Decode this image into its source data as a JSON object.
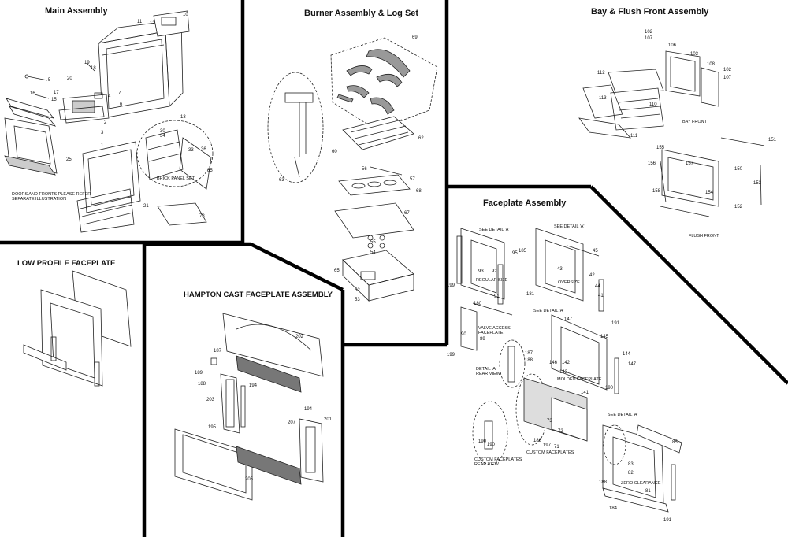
{
  "sections": {
    "main": {
      "title": "Main Assembly",
      "notes": [
        "DOORS AND FRONTS PLEASE REFER",
        "SEPARATE ILLUSTRATION",
        "BRICK PANEL SET"
      ],
      "callouts": [
        "10",
        "11",
        "12",
        "19",
        "18",
        "5",
        "20",
        "16",
        "17",
        "15",
        "4",
        "13",
        "7",
        "6",
        "2",
        "3",
        "1",
        "25",
        "30",
        "34",
        "36",
        "33",
        "35",
        "21",
        "78"
      ]
    },
    "burner": {
      "title": "Burner Assembly & Log Set",
      "callouts": [
        "69",
        "62",
        "60",
        "63",
        "56",
        "57",
        "68",
        "67",
        "55",
        "54",
        "65",
        "52",
        "53"
      ]
    },
    "bay": {
      "title": "Bay & Flush Front Assembly",
      "notes": [
        "BAY FRONT",
        "FLUSH FRONT"
      ],
      "callouts": [
        "102",
        "107",
        "106",
        "103",
        "108",
        "102",
        "107",
        "112",
        "110",
        "113",
        "111",
        "155",
        "156",
        "157",
        "154",
        "158",
        "150",
        "151",
        "153",
        "152"
      ]
    },
    "lowprofile": {
      "title": "LOW PROFILE FACEPLATE"
    },
    "hampton": {
      "title": "HAMPTON CAST FACEPLATE ASSEMBLY",
      "callouts": [
        "202",
        "187",
        "189",
        "188",
        "194",
        "203",
        "195",
        "207",
        "205",
        "194",
        "201"
      ]
    },
    "faceplate": {
      "title": "Faceplate Assembly",
      "notes": [
        "SEE DETAIL 'A'",
        "SEE DETAIL 'A'",
        "REGULAR SIZE",
        "OVERSIZE",
        "SEE DETAIL 'A'",
        "VALVE ACCESS",
        "FACEPLATE",
        "DETAIL 'A'",
        "REAR VIEW",
        "MOLDED FACEPLATE",
        "CUSTOM FACEPLATES",
        "REAR VIEW",
        "CUSTOM FACEPLATES",
        "SEE DETAIL 'A'",
        "ZERO CLEARANCE"
      ],
      "callouts": [
        "95",
        "93",
        "92",
        "91",
        "180",
        "199",
        "45",
        "43",
        "42",
        "41",
        "44",
        "181",
        "191",
        "147",
        "145",
        "146",
        "142",
        "143",
        "141",
        "190",
        "144",
        "147",
        "90",
        "89",
        "187",
        "188",
        "199",
        "186",
        "185",
        "72",
        "73",
        "71",
        "197",
        "190",
        "190",
        "188",
        "85",
        "83",
        "82",
        "81",
        "184",
        "191"
      ]
    }
  }
}
